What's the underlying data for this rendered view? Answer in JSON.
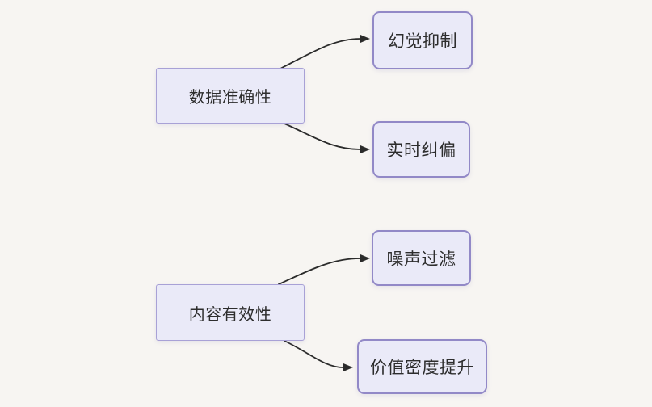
{
  "diagram": {
    "title": "",
    "colors": {
      "background": "#f7f5f2",
      "node_fill": "#eaeaf8",
      "child_border": "#9289c7",
      "parent_border": "#a8a1d6",
      "text": "#2d2d2d",
      "arrow": "#2b2b2b"
    },
    "nodes": {
      "data_accuracy": {
        "label": "数据准确性",
        "role": "parent"
      },
      "hallucination": {
        "label": "幻觉抑制",
        "role": "child"
      },
      "realtime_correction": {
        "label": "实时纠偏",
        "role": "child"
      },
      "content_effectiveness": {
        "label": "内容有效性",
        "role": "parent"
      },
      "noise_filter": {
        "label": "噪声过滤",
        "role": "child"
      },
      "value_density": {
        "label": "价值密度提升",
        "role": "child"
      }
    },
    "edges": [
      {
        "from": "数据准确性",
        "to": "幻觉抑制"
      },
      {
        "from": "数据准确性",
        "to": "实时纠偏"
      },
      {
        "from": "内容有效性",
        "to": "噪声过滤"
      },
      {
        "from": "内容有效性",
        "to": "价值密度提升"
      }
    ]
  }
}
